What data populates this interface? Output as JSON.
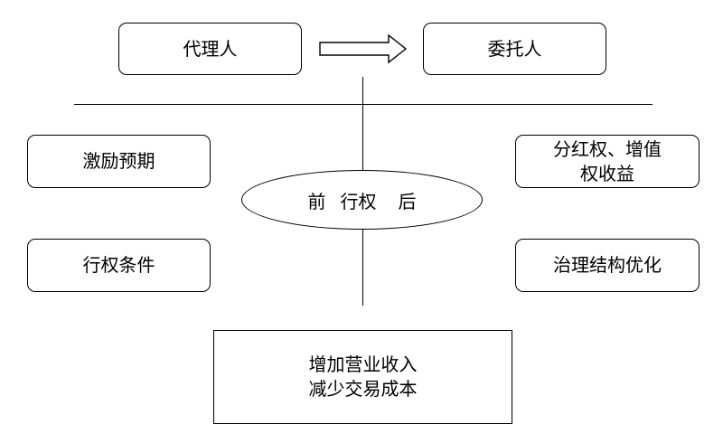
{
  "top": {
    "left_label": "代理人",
    "right_label": "委托人"
  },
  "center": {
    "before": "前",
    "middle": "行权",
    "after": "后"
  },
  "left": {
    "upper": "激励预期",
    "lower": "行权条件"
  },
  "right": {
    "upper_line1": "分红权、增值",
    "upper_line2": "权收益",
    "lower": "治理结构优化"
  },
  "bottom": {
    "line1": "增加营业收入",
    "line2": "减少交易成本"
  },
  "colors": {
    "stroke": "#000000",
    "fill": "#ffffff"
  },
  "icons": {
    "arrow": "right-arrow-icon"
  }
}
